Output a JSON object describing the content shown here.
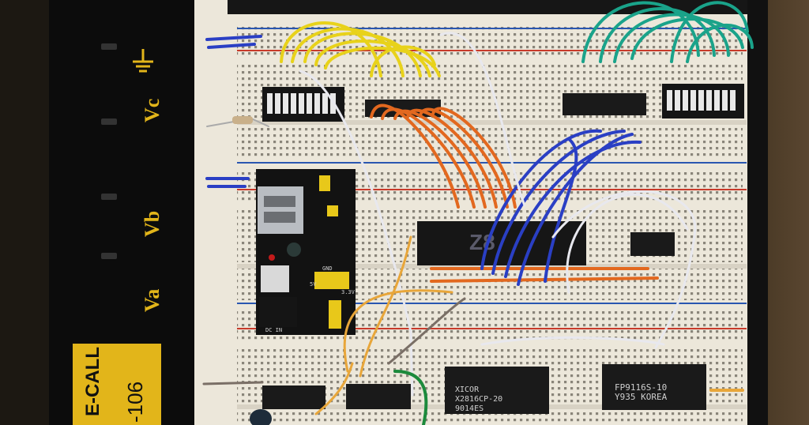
{
  "base": {
    "labels": [
      "Vc",
      "Vb",
      "Va"
    ],
    "brand_text": "E-CALL",
    "model_text": "-106"
  },
  "power_module": {
    "label_dc_in": "DC IN",
    "label_gnd": "GND",
    "label_5v": "5V",
    "label_3v": "3.3V"
  },
  "chips": {
    "cpu": "Z8",
    "eeprom": [
      "XICOR",
      "X2816CP-20",
      "9014ES"
    ],
    "sram": [
      "FP9116S-10",
      "Y935 KOREA"
    ]
  },
  "colors": {
    "breadboard": "#ece7da",
    "rail_red": "#c83a2a",
    "rail_blue": "#2a57b0",
    "wire_yellow": "#e8d21a",
    "wire_orange": "#e2681f",
    "wire_blue": "#2a3fc4",
    "wire_white": "#e8e8ee",
    "wire_green": "#1aa38a",
    "base_yellow": "#e2b51a"
  }
}
